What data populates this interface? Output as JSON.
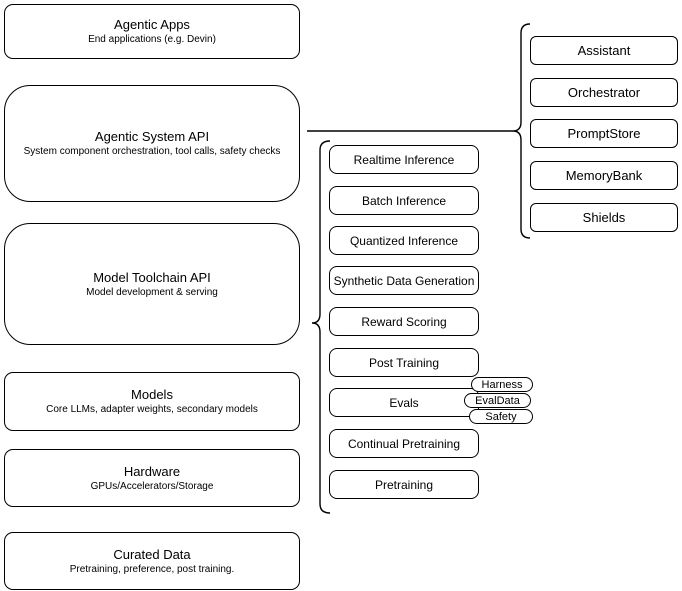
{
  "diagram": {
    "stack": [
      {
        "title": "Agentic Apps",
        "subtitle": "End applications (e.g. Devin)"
      },
      {
        "title": "Agentic System API",
        "subtitle": "System component orchestration, tool calls, safety checks"
      },
      {
        "title": "Model Toolchain API",
        "subtitle": "Model development & serving"
      },
      {
        "title": "Models",
        "subtitle": "Core LLMs, adapter weights, secondary models"
      },
      {
        "title": "Hardware",
        "subtitle": "GPUs/Accelerators/Storage"
      },
      {
        "title": "Curated Data",
        "subtitle": "Pretraining, preference, post training."
      }
    ],
    "toolchain_items": [
      "Realtime Inference",
      "Batch Inference",
      "Quantized Inference",
      "Synthetic Data Generation",
      "Reward Scoring",
      "Post Training",
      "Evals",
      "Continual Pretraining",
      "Pretraining"
    ],
    "eval_tags": [
      "Harness",
      "EvalData",
      "Safety"
    ],
    "system_components": [
      "Assistant",
      "Orchestrator",
      "PromptStore",
      "MemoryBank",
      "Shields"
    ],
    "colors": {
      "border": "#000000",
      "fill": "#ffffff",
      "text": "#000000"
    }
  }
}
